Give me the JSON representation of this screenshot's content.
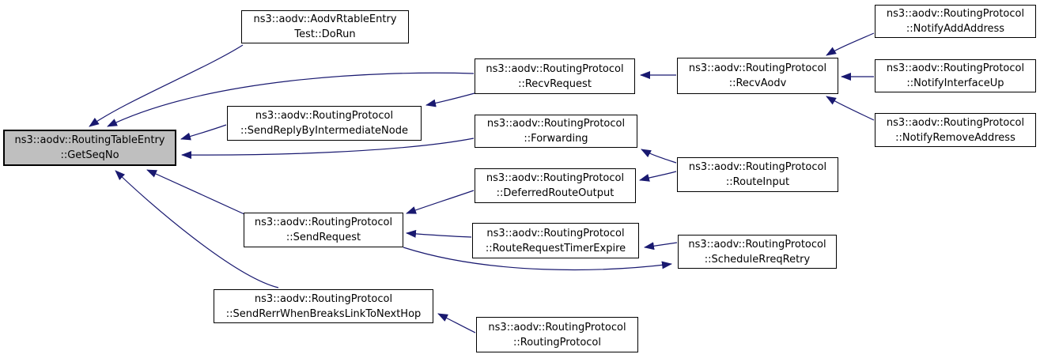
{
  "diagram": {
    "kind": "doxygen-caller-graph",
    "focus_function": "ns3::aodv::RoutingTableEntry::GetSeqNo",
    "colors": {
      "background": "#ffffff",
      "edge": "#191970",
      "node_border": "#000000",
      "node_fill": "#ffffff",
      "highlight_fill": "#bfbfbf",
      "text": "#000000"
    },
    "nodes": {
      "getseqno": {
        "line1": "ns3::aodv::RoutingTableEntry",
        "line2": "::GetSeqNo",
        "highlighted": true
      },
      "dorun": {
        "line1": "ns3::aodv::AodvRtableEntry",
        "line2": "Test::DoRun",
        "highlighted": false
      },
      "recvrequest": {
        "line1": "ns3::aodv::RoutingProtocol",
        "line2": "::RecvRequest",
        "highlighted": false
      },
      "recvaodv": {
        "line1": "ns3::aodv::RoutingProtocol",
        "line2": "::RecvAodv",
        "highlighted": false
      },
      "notifyaddaddress": {
        "line1": "ns3::aodv::RoutingProtocol",
        "line2": "::NotifyAddAddress",
        "highlighted": false
      },
      "notifyinterfaceup": {
        "line1": "ns3::aodv::RoutingProtocol",
        "line2": "::NotifyInterfaceUp",
        "highlighted": false
      },
      "notifyremoveaddress": {
        "line1": "ns3::aodv::RoutingProtocol",
        "line2": "::NotifyRemoveAddress",
        "highlighted": false
      },
      "sendreplybyintermediatenode": {
        "line1": "ns3::aodv::RoutingProtocol",
        "line2": "::SendReplyByIntermediateNode",
        "highlighted": false
      },
      "forwarding": {
        "line1": "ns3::aodv::RoutingProtocol",
        "line2": "::Forwarding",
        "highlighted": false
      },
      "routeinput": {
        "line1": "ns3::aodv::RoutingProtocol",
        "line2": "::RouteInput",
        "highlighted": false
      },
      "deferredrouteoutput": {
        "line1": "ns3::aodv::RoutingProtocol",
        "line2": "::DeferredRouteOutput",
        "highlighted": false
      },
      "sendrequest": {
        "line1": "ns3::aodv::RoutingProtocol",
        "line2": "::SendRequest",
        "highlighted": false
      },
      "routerequesttimerexpire": {
        "line1": "ns3::aodv::RoutingProtocol",
        "line2": "::RouteRequestTimerExpire",
        "highlighted": false
      },
      "schedulerreqretry": {
        "line1": "ns3::aodv::RoutingProtocol",
        "line2": "::ScheduleRreqRetry",
        "highlighted": false
      },
      "sendrerrwhenbreakslinktonexthop": {
        "line1": "ns3::aodv::RoutingProtocol",
        "line2": "::SendRerrWhenBreaksLinkToNextHop",
        "highlighted": false
      },
      "routingprotocol": {
        "line1": "ns3::aodv::RoutingProtocol",
        "line2": "::RoutingProtocol",
        "highlighted": false
      }
    },
    "edges": [
      {
        "from": "dorun",
        "to": "getseqno"
      },
      {
        "from": "recvrequest",
        "to": "getseqno"
      },
      {
        "from": "sendreplybyintermediatenode",
        "to": "getseqno"
      },
      {
        "from": "forwarding",
        "to": "getseqno"
      },
      {
        "from": "sendrequest",
        "to": "getseqno"
      },
      {
        "from": "sendrerrwhenbreakslinktonexthop",
        "to": "getseqno"
      },
      {
        "from": "recvaodv",
        "to": "recvrequest"
      },
      {
        "from": "notifyaddaddress",
        "to": "recvaodv"
      },
      {
        "from": "notifyinterfaceup",
        "to": "recvaodv"
      },
      {
        "from": "notifyremoveaddress",
        "to": "recvaodv"
      },
      {
        "from": "routeinput",
        "to": "forwarding"
      },
      {
        "from": "routeinput",
        "to": "deferredrouteoutput"
      },
      {
        "from": "deferredrouteoutput",
        "to": "sendrequest"
      },
      {
        "from": "routerequesttimerexpire",
        "to": "sendrequest"
      },
      {
        "from": "schedulerreqretry",
        "to": "routerequesttimerexpire"
      },
      {
        "from": "sendrequest",
        "to": "schedulerreqretry"
      },
      {
        "from": "routingprotocol",
        "to": "sendrerrwhenbreakslinktonexthop"
      },
      {
        "from": "recvrequest",
        "to": "sendreplybyintermediatenode"
      }
    ]
  }
}
